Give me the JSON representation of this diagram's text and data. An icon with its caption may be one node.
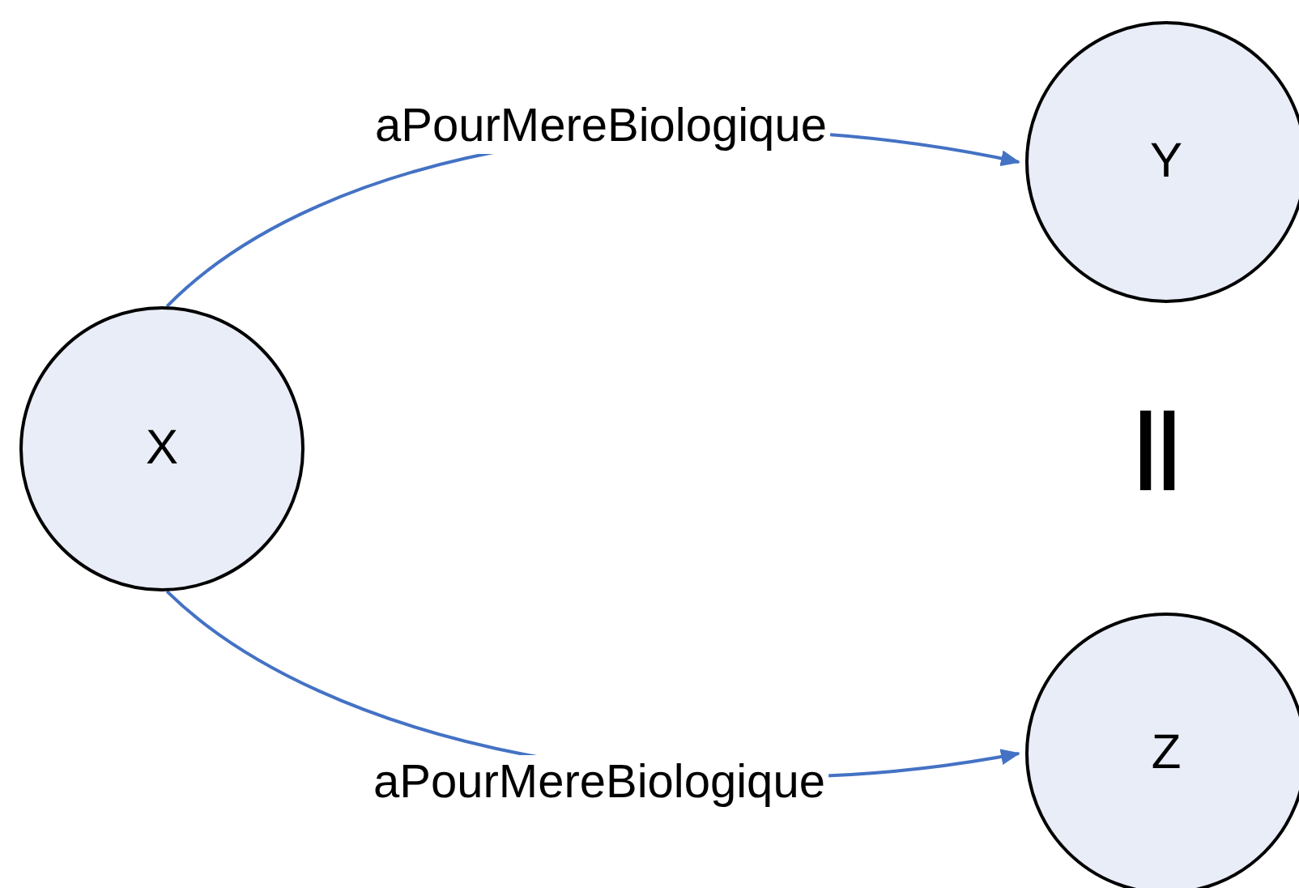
{
  "diagram": {
    "nodes": [
      {
        "text": [
          "X"
        ]
      },
      {
        "text": [
          "Y"
        ]
      },
      {
        "text": [
          "Z"
        ]
      }
    ],
    "edges": [
      {
        "from": 0,
        "to": 1,
        "arrow": "to",
        "label": "aPourMereBiologique"
      },
      {
        "from": 0,
        "to": 2,
        "arrow": "to",
        "label": "aPourMereBiologique"
      }
    ],
    "labels": [
      "||"
    ]
  }
}
